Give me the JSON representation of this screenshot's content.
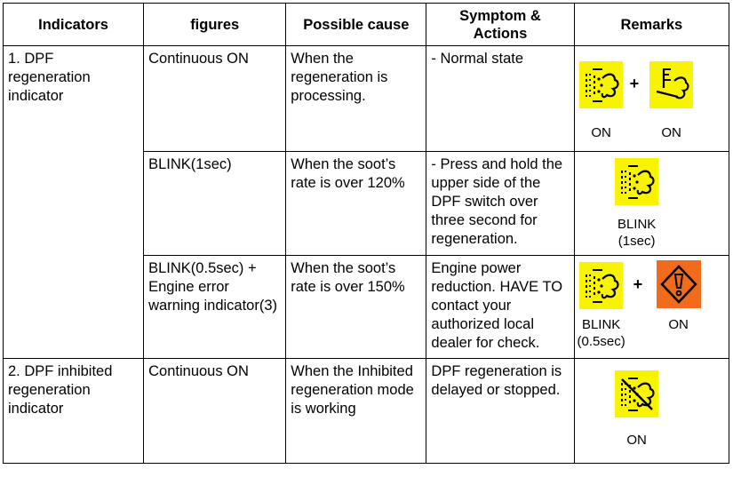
{
  "headers": {
    "indicators": "Indicators",
    "figures": "figures",
    "cause": "Possible cause",
    "symptom": "Symptom & Actions",
    "remarks": "Remarks"
  },
  "rows": [
    {
      "indicator": "1. DPF regeneration indicator",
      "figure": "Continuous ON",
      "cause": "When the regeneration is processing.",
      "symptom": "- Normal state",
      "remarks": {
        "label_a": "ON",
        "label_b": "ON",
        "icons": [
          "dpf-icon",
          "dpf-regen-process-icon"
        ]
      }
    },
    {
      "figure": "BLINK(1sec)",
      "cause": "When the soot’s rate is over 120%",
      "symptom": "- Press and hold the upper side of the DPF switch over three second for regeneration.",
      "remarks": {
        "label_a": "BLINK",
        "label_a2": "(1sec)",
        "icons": [
          "dpf-icon"
        ]
      }
    },
    {
      "figure": "BLINK(0.5sec) + Engine error warning indicator(3)",
      "cause": "When the soot’s rate is over 150%",
      "symptom": "Engine power reduction. HAVE TO contact your authorized local dealer for check.",
      "remarks": {
        "label_a": "BLINK",
        "label_a2": "(0.5sec)",
        "label_b": "ON",
        "icons": [
          "dpf-icon",
          "engine-warning-icon"
        ]
      }
    },
    {
      "indicator": "2. DPF inhibited regeneration indicator",
      "figure": "Continuous ON",
      "cause": "When the Inhibited regeneration mode is working",
      "symptom": "DPF regeneration is delayed or stopped.",
      "remarks": {
        "label_a": "ON",
        "icons": [
          "dpf-inhibited-icon"
        ]
      }
    }
  ],
  "plus_sign": "+",
  "colors": {
    "indicator_yellow": "#f8f400",
    "warning_orange": "#f26a1b"
  }
}
